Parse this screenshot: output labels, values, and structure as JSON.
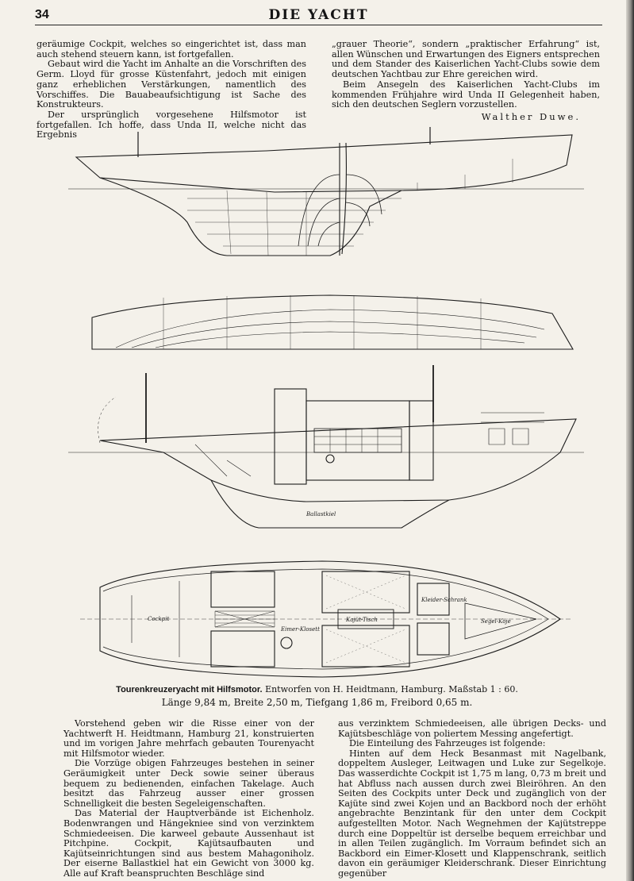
{
  "header": {
    "page_number": "34",
    "running_title": "DIE YACHT"
  },
  "article_top": {
    "left": [
      "geräumige Cockpit, welches so eingerichtet ist, dass man auch stehend steuern kann, ist fortgefallen.",
      "Gebaut wird die Yacht im Anhalte an die Vorschriften des Germ. Lloyd für grosse Küstenfahrt, jedoch mit einigen ganz erheblichen Verstärkungen, namentlich des Vorschiffes. Die Bauabeaufsichtigung ist Sache des Konstrukteurs.",
      "Der ursprünglich vorgesehene Hilfsmotor ist fortgefallen. Ich hoffe, dass Unda II, welche nicht das Ergebnis"
    ],
    "right": [
      "„grauer Theorie“, sondern „praktischer Erfahrung“ ist, allen Wünschen und Erwartungen des Eigners entsprechen und dem Stander des Kaiserlichen Yacht-Clubs sowie dem deutschen Yachtbau zur Ehre gereichen wird.",
      "Beim Ansegeln des Kaiserlichen Yacht-Clubs im kommenden Frühjahre wird Unda II Gelegenheit haben, sich den deutschen Seglern vorzustellen."
    ],
    "signature": "Walther Duwe."
  },
  "drawing_labels": {
    "ballast": "Ballastkiel",
    "cabin_table": "Kajüt-Tisch",
    "wardrobe": "Kleider-Schrank",
    "sail_berth": "Segel-Koje",
    "toilet": "Eimer-Klosett",
    "cockpit": "Cockpit"
  },
  "caption": {
    "title": "Tourenkreuzeryacht mit Hilfsmotor.",
    "designer": "Entworfen von H. Heidtmann, Hamburg.",
    "scale": "Maßstab 1 : 60.",
    "dimensions": "Länge 9,84 m, Breite 2,50 m, Tiefgang 1,86 m, Freibord 0,65 m."
  },
  "article_bottom": {
    "left": [
      "Vorstehend geben wir die Risse einer von der Yachtwerft H. Heidtmann, Hamburg 21, konstruierten und im vorigen Jahre mehrfach gebauten Tourenyacht mit Hilfsmotor wieder.",
      "Die Vorzüge obigen Fahrzeuges bestehen in seiner Geräumigkeit unter Deck sowie seiner überaus bequem zu bedienenden, einfachen Takelage. Auch besitzt das Fahrzeug ausser einer grossen Schnelligkeit die besten Segeleigenschaften.",
      "Das Material der Hauptverbände ist Eichenholz. Bodenwrangen und Hängekniee sind von verzinktem Schmiedeeisen. Die karweel gebaute Aussenhaut ist Pitchpine. Cockpit, Kajütsaufbauten und Kajütseinrichtungen sind aus bestem Mahagoniholz. Der eiserne Ballastkiel hat ein Gewicht von 3000 kg. Alle auf Kraft beanspruchten Beschläge sind"
    ],
    "right": [
      "aus verzinktem Schmiedeeisen, alle übrigen Decks- und Kajütsbeschläge von poliertem Messing angefertigt.",
      "Die Einteilung des Fahrzeuges ist folgende:",
      "Hinten auf dem Heck Besanmast mit Nagelbank, doppeltem Ausleger, Leitwagen und Luke zur Segelkoje. Das wasserdichte Cockpit ist 1,75 m lang, 0,73 m breit und hat Abfluss nach aussen durch zwei Bleiröhren. An den Seiten des Cockpits unter Deck und zugänglich von der Kajüte sind zwei Kojen und an Backbord noch der erhöht angebrachte Benzintank für den unter dem Cockpit aufgestellten Motor. Nach Wegnehmen der Kajütstreppe durch eine Doppeltür ist derselbe bequem erreichbar und in allen Teilen zugänglich. Im Vorraum befindet sich an Backbord ein Eimer-Klosett und Klappenschrank, seitlich davon ein geräumiger Kleiderschrank. Dieser Einrichtung gegenüber"
    ]
  }
}
